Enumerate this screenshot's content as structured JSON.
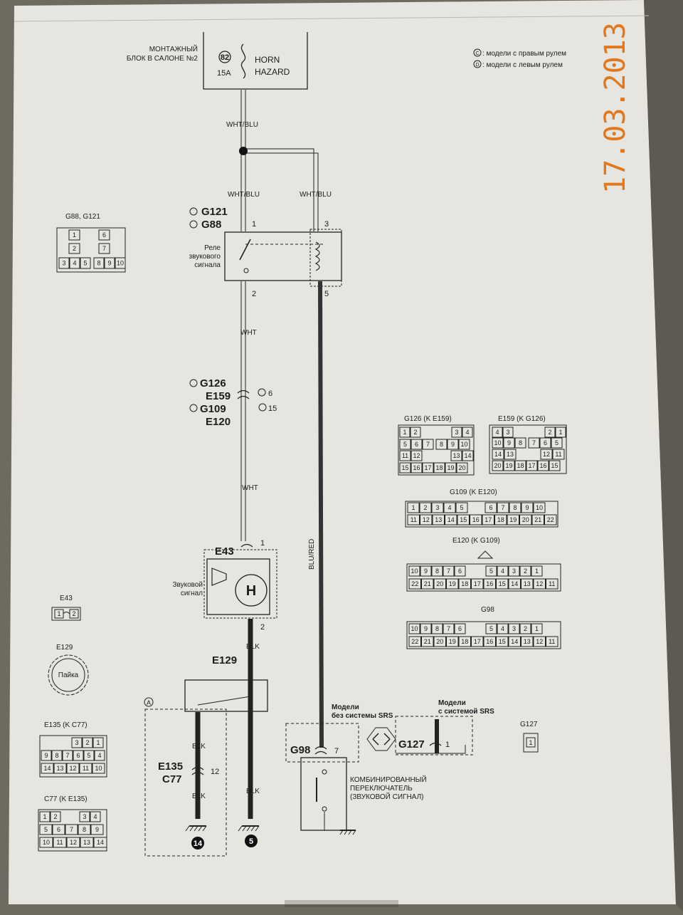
{
  "fuse_block": {
    "label_line1": "МОНТАЖНЫЙ",
    "label_line2": "БЛОК В САЛОНЕ №2",
    "fuse_no": "82",
    "rating": "15A",
    "name_line1": "HORN",
    "name_line2": "HAZARD"
  },
  "legend": {
    "right": {
      "code": "C",
      "text": ": модели с правым рулем"
    },
    "left": {
      "code": "D",
      "text": ": модели с левым рулем"
    }
  },
  "date_stamp": "17.03.2013",
  "wires": {
    "top": "WHT/BLU",
    "left": "WHT/BLU",
    "right": "WHT/BLU",
    "wht1": "WHT",
    "wht2": "WHT",
    "blu_red": "BLU/RED",
    "blk1": "BLK",
    "blk2": "BLK",
    "blk3": "BLK",
    "blk4": "BLK"
  },
  "relay": {
    "conn_right": "G121",
    "conn_left": "G88",
    "label_line1": "Реле",
    "label_line2": "звукового",
    "label_line3": "сигнала",
    "pins": {
      "p1": "1",
      "p2": "2",
      "p3": "3",
      "p5": "5"
    }
  },
  "mid_conn": {
    "line1": "G126",
    "line2": "E159",
    "line3": "G109",
    "line4": "E120",
    "pin_right": "6",
    "pin_left": "15"
  },
  "horn": {
    "id": "E43",
    "label_line1": "Звуковой",
    "label_line2": "сигнал",
    "symbol": "H",
    "pin1": "1",
    "pin2": "2"
  },
  "splice": {
    "id": "E129",
    "marker": "A"
  },
  "inline": {
    "line1": "E135",
    "line2": "C77",
    "pin": "12"
  },
  "grounds": {
    "g1": "14",
    "g2": "5"
  },
  "srs": {
    "no_srs_line1": "Модели",
    "no_srs_line2": "без системы SRS",
    "with_srs_line1": "Модели",
    "with_srs_line2": "с системой SRS",
    "conn_no": "G98",
    "pin_no": "7",
    "conn_with": "G127",
    "pin_with": "1"
  },
  "switch": {
    "line1": "КОМБИНИРОВАННЫЙ",
    "line2": "ПЕРЕКЛЮЧАТЕЛЬ",
    "line3": "(ЗВУКОВОЙ СИГНАЛ)"
  },
  "connector_views": {
    "g88": {
      "title": "G88, G121",
      "row1": [
        "1",
        "6"
      ],
      "row2": [
        "2",
        "7"
      ],
      "row3": [
        "3",
        "4",
        "5",
        "8",
        "9",
        "10"
      ]
    },
    "e43": {
      "title": "E43",
      "pins": [
        "1",
        "2"
      ]
    },
    "e129": {
      "title": "E129",
      "inner": "Пайка"
    },
    "e135": {
      "title": "E135 (K C77)",
      "row1": [
        "3",
        "2",
        "1"
      ],
      "row2": [
        "9",
        "8",
        "7",
        "6",
        "5",
        "4"
      ],
      "row3": [
        "14",
        "13",
        "12",
        "11",
        "10"
      ]
    },
    "c77": {
      "title": "C77 (K E135)",
      "row1": [
        "1",
        "2",
        "3",
        "4"
      ],
      "row2": [
        "5",
        "6",
        "7",
        "8",
        "9"
      ],
      "row3": [
        "10",
        "11",
        "12",
        "13",
        "14"
      ]
    },
    "g126": {
      "title": "G126 (K E159)",
      "row1": [
        "1",
        "2",
        "3",
        "4"
      ],
      "row2": [
        "5",
        "6",
        "7",
        "8",
        "9",
        "10"
      ],
      "row3": [
        "11",
        "12",
        "13",
        "14"
      ],
      "row4": [
        "15",
        "16",
        "17",
        "18",
        "19",
        "20"
      ]
    },
    "e159": {
      "title": "E159 (K G126)",
      "row1": [
        "4",
        "3",
        "2",
        "1"
      ],
      "row2": [
        "10",
        "9",
        "8",
        "7",
        "6",
        "5"
      ],
      "row3": [
        "14",
        "13",
        "12",
        "11"
      ],
      "row4": [
        "20",
        "19",
        "18",
        "17",
        "16",
        "15"
      ]
    },
    "g109": {
      "title": "G109 (K E120)",
      "row1": [
        "1",
        "2",
        "3",
        "4",
        "5",
        "6",
        "7",
        "8",
        "9",
        "10"
      ],
      "row2": [
        "11",
        "12",
        "13",
        "14",
        "15",
        "16",
        "17",
        "18",
        "19",
        "20",
        "21",
        "22"
      ]
    },
    "e120": {
      "title": "E120 (K G109)",
      "row1": [
        "10",
        "9",
        "8",
        "7",
        "6",
        "5",
        "4",
        "3",
        "2",
        "1"
      ],
      "row2": [
        "22",
        "21",
        "20",
        "19",
        "18",
        "17",
        "16",
        "15",
        "14",
        "13",
        "12",
        "11"
      ]
    },
    "g98": {
      "title": "G98",
      "row1": [
        "10",
        "9",
        "8",
        "7",
        "6",
        "5",
        "4",
        "3",
        "2",
        "1"
      ],
      "row2": [
        "22",
        "21",
        "20",
        "19",
        "18",
        "17",
        "16",
        "15",
        "14",
        "13",
        "12",
        "11"
      ]
    },
    "g127": {
      "title": "G127",
      "pin": "1"
    }
  }
}
